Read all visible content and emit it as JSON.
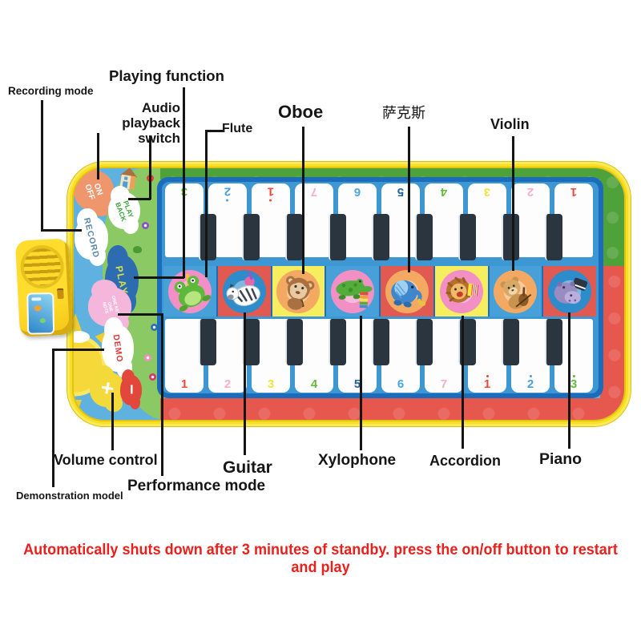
{
  "callouts": {
    "recording_mode": "Recording mode",
    "playing_function": "Playing function",
    "audio_playback_switch": "Audio playback switch",
    "flute": "Flute",
    "oboe": "Oboe",
    "saxophone_cn": "萨克斯",
    "violin": "Violin",
    "volume_control": "Volume control",
    "demonstration_model": "Demonstration model",
    "performance_mode": "Performance mode",
    "guitar": "Guitar",
    "xylophone": "Xylophone",
    "accordion": "Accordion",
    "piano": "Piano"
  },
  "footer_note": "Automatically shuts down after 3 minutes of standby. press the on/off button to restart and play",
  "mat": {
    "cloud_buttons": {
      "on_off": "ON OFF",
      "play_back": "PLAY BACK",
      "record": "RECORD",
      "play": "PLAY",
      "performance": "ONE KEY ONE NOTE",
      "demo": "DEMO",
      "volume_plus": "+",
      "volume_minus": "−"
    }
  },
  "piano": {
    "keys_top": [
      {
        "label": "3",
        "color": "#64b93e",
        "dotted": true
      },
      {
        "label": "2",
        "color": "#4a9fd8",
        "dotted": true
      },
      {
        "label": "1",
        "color": "#e8493a",
        "dotted": true
      },
      {
        "label": "7",
        "color": "#f5aecb",
        "dotted": false
      },
      {
        "label": "6",
        "color": "#4aa6e0",
        "dotted": false
      },
      {
        "label": "5",
        "color": "#23649f",
        "dotted": false
      },
      {
        "label": "4",
        "color": "#64b93e",
        "dotted": false
      },
      {
        "label": "3",
        "color": "#f2e43d",
        "dotted": false
      },
      {
        "label": "2",
        "color": "#f5aecb",
        "dotted": false
      },
      {
        "label": "1",
        "color": "#e8493a",
        "dotted": false
      }
    ],
    "keys_bottom": [
      {
        "label": "1",
        "color": "#e8493a",
        "dotted": false
      },
      {
        "label": "2",
        "color": "#f5aecb",
        "dotted": false
      },
      {
        "label": "3",
        "color": "#f2e43d",
        "dotted": false
      },
      {
        "label": "4",
        "color": "#64b93e",
        "dotted": false
      },
      {
        "label": "5",
        "color": "#23649f",
        "dotted": false
      },
      {
        "label": "6",
        "color": "#4aa6e0",
        "dotted": false
      },
      {
        "label": "7",
        "color": "#f5aecb",
        "dotted": false
      },
      {
        "label": "1",
        "color": "#e8493a",
        "dotted": true
      },
      {
        "label": "2",
        "color": "#4a9fd8",
        "dotted": true
      },
      {
        "label": "3",
        "color": "#64b93e",
        "dotted": true
      }
    ],
    "instruments": [
      {
        "name": "Flute",
        "animal": "frog",
        "bg": "#47a0d8",
        "circle": "#f290c6"
      },
      {
        "name": "Guitar",
        "animal": "zebra",
        "bg": "#e05a52",
        "circle": "#2f8cca"
      },
      {
        "name": "Oboe",
        "animal": "monkey",
        "bg": "#f6ee5e",
        "circle": "#f4a963"
      },
      {
        "name": "Xylophone",
        "animal": "crocodile",
        "bg": "#47a0d8",
        "circle": "#f290c6"
      },
      {
        "name": "Saxophone",
        "animal": "elephant",
        "bg": "#e05a52",
        "circle": "#f4a963"
      },
      {
        "name": "Accordion",
        "animal": "lion",
        "bg": "#f6ee5e",
        "circle": "#f290c6"
      },
      {
        "name": "Violin",
        "animal": "bear",
        "bg": "#47a0d8",
        "circle": "#f4a963"
      },
      {
        "name": "Piano",
        "animal": "hippo",
        "bg": "#e05a52",
        "circle": "#2f8cca"
      }
    ]
  },
  "colors": {
    "mat_border": "#f8df20",
    "sky": "#5fb2e0",
    "grass": "#8ac963",
    "puzzle_green": "#4fa139",
    "puzzle_red": "#e6574d",
    "piano_frame": "#1b6cba",
    "keys_bed": "#3d97d3",
    "black_key": "#2b3540",
    "footer_text": "#e8211d"
  }
}
